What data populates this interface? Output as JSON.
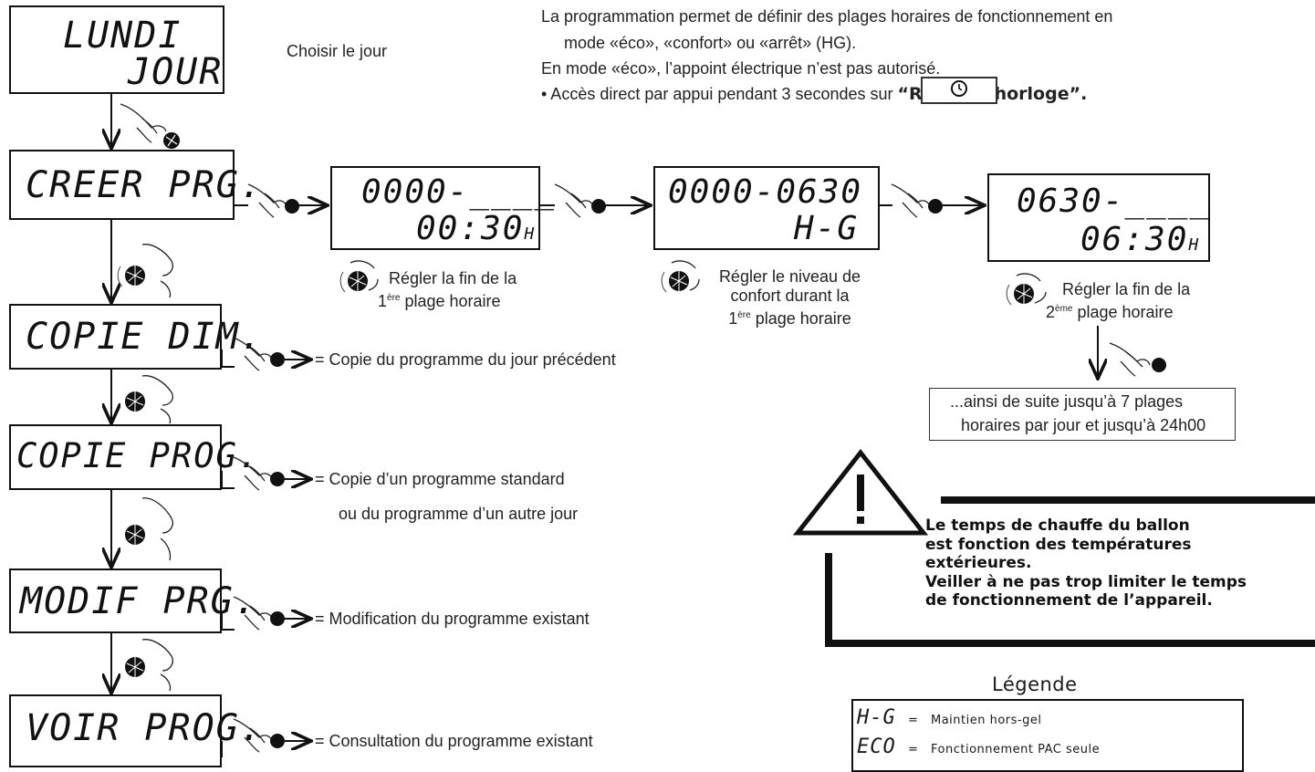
{
  "screens": {
    "lundi": {
      "line1": "LUNDI",
      "line2": "JOUR"
    },
    "creer": {
      "line1": "CREER PRG."
    },
    "copie_dim": {
      "line1": "COPIE DIM."
    },
    "copie_prog": {
      "line1": "COPIE PROG."
    },
    "modif": {
      "line1": "MODIF PRG."
    },
    "voir": {
      "line1": "VOIR PROG."
    },
    "p1": {
      "line1": "0000-____",
      "line2": "00:30",
      "unit": "H"
    },
    "p2": {
      "line1": "0000-0630",
      "line2": "H-G"
    },
    "p3": {
      "line1": "0630-____",
      "line2": "06:30",
      "unit": "H"
    }
  },
  "labels": {
    "choisir": "Choisir le jour",
    "intro1": "La programmation permet de définir des plages horaires de fonctionnement en",
    "intro2": "mode «éco», «confort» ou «arrêt» (HG).",
    "intro3": "En mode «éco», l’appoint électrique n’est pas autorisé.",
    "intro4a": "• Accès direct par appui pendant 3 secondes sur ",
    "intro4b": "“Réglage horloge”.",
    "reg1a": "Régler la fin de la",
    "reg1_num": "1",
    "reg1_sup": "ère",
    "reg1b": " plage horaire",
    "reg2a": "Régler le niveau de",
    "reg2b": "confort durant la",
    "reg2_num": "1",
    "reg2_sup": "ère",
    "reg2c": " plage horaire",
    "reg3a": "Régler la fin de la",
    "reg3_num": "2",
    "reg3_sup": "ème",
    "reg3b": " plage horaire",
    "suite1": "...ainsi de suite jusqu’à 7 plages",
    "suite2": "horaires par jour et jusqu’à 24h00",
    "copie_dim": "= Copie du programme du jour précédent",
    "copie_prog1": "= Copie d’un programme standard",
    "copie_prog2": "ou du programme d’un autre jour",
    "modif": "= Modification du programme existant",
    "voir": "= Consultation du programme existant",
    "warn1": "Le temps de chauffe du ballon",
    "warn2": "est fonction des températures",
    "warn3": "extérieures.",
    "warn4": "Veiller à ne pas trop limiter le temps",
    "warn5": "de fonctionnement de l’appareil."
  },
  "legend": {
    "title": "Légende",
    "items": [
      {
        "symbol": "H-G",
        "eq": "=",
        "desc": "Maintien hors-gel"
      },
      {
        "symbol": "ECO",
        "eq": "=",
        "desc": "Fonctionnement PAC seule"
      }
    ]
  },
  "icons": {
    "clock": "clock-icon",
    "hand": "hand-press-icon",
    "knob": "rotary-knob-icon",
    "warning": "warning-triangle-icon"
  }
}
